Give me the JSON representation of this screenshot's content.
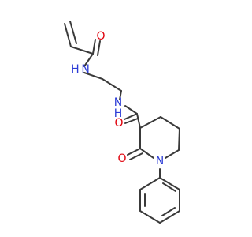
{
  "molecule": {
    "colors": {
      "bond": "#3a3a3a",
      "oxygen": "#e0000b",
      "nitrogen": "#2b3bd6"
    },
    "atoms": {
      "o_acryl": {
        "symbol": "O",
        "element": "oxygen"
      },
      "n_amine": {
        "symbol": "H N",
        "element": "nitrogen"
      },
      "n_amide": {
        "symbol": "N",
        "element": "nitrogen"
      },
      "h_amide": {
        "symbol": "H",
        "element": "nitrogen"
      },
      "o_amide": {
        "symbol": "O",
        "element": "oxygen"
      },
      "o_lactam": {
        "symbol": "O",
        "element": "oxygen"
      },
      "n_ring": {
        "symbol": "N",
        "element": "nitrogen"
      }
    }
  }
}
